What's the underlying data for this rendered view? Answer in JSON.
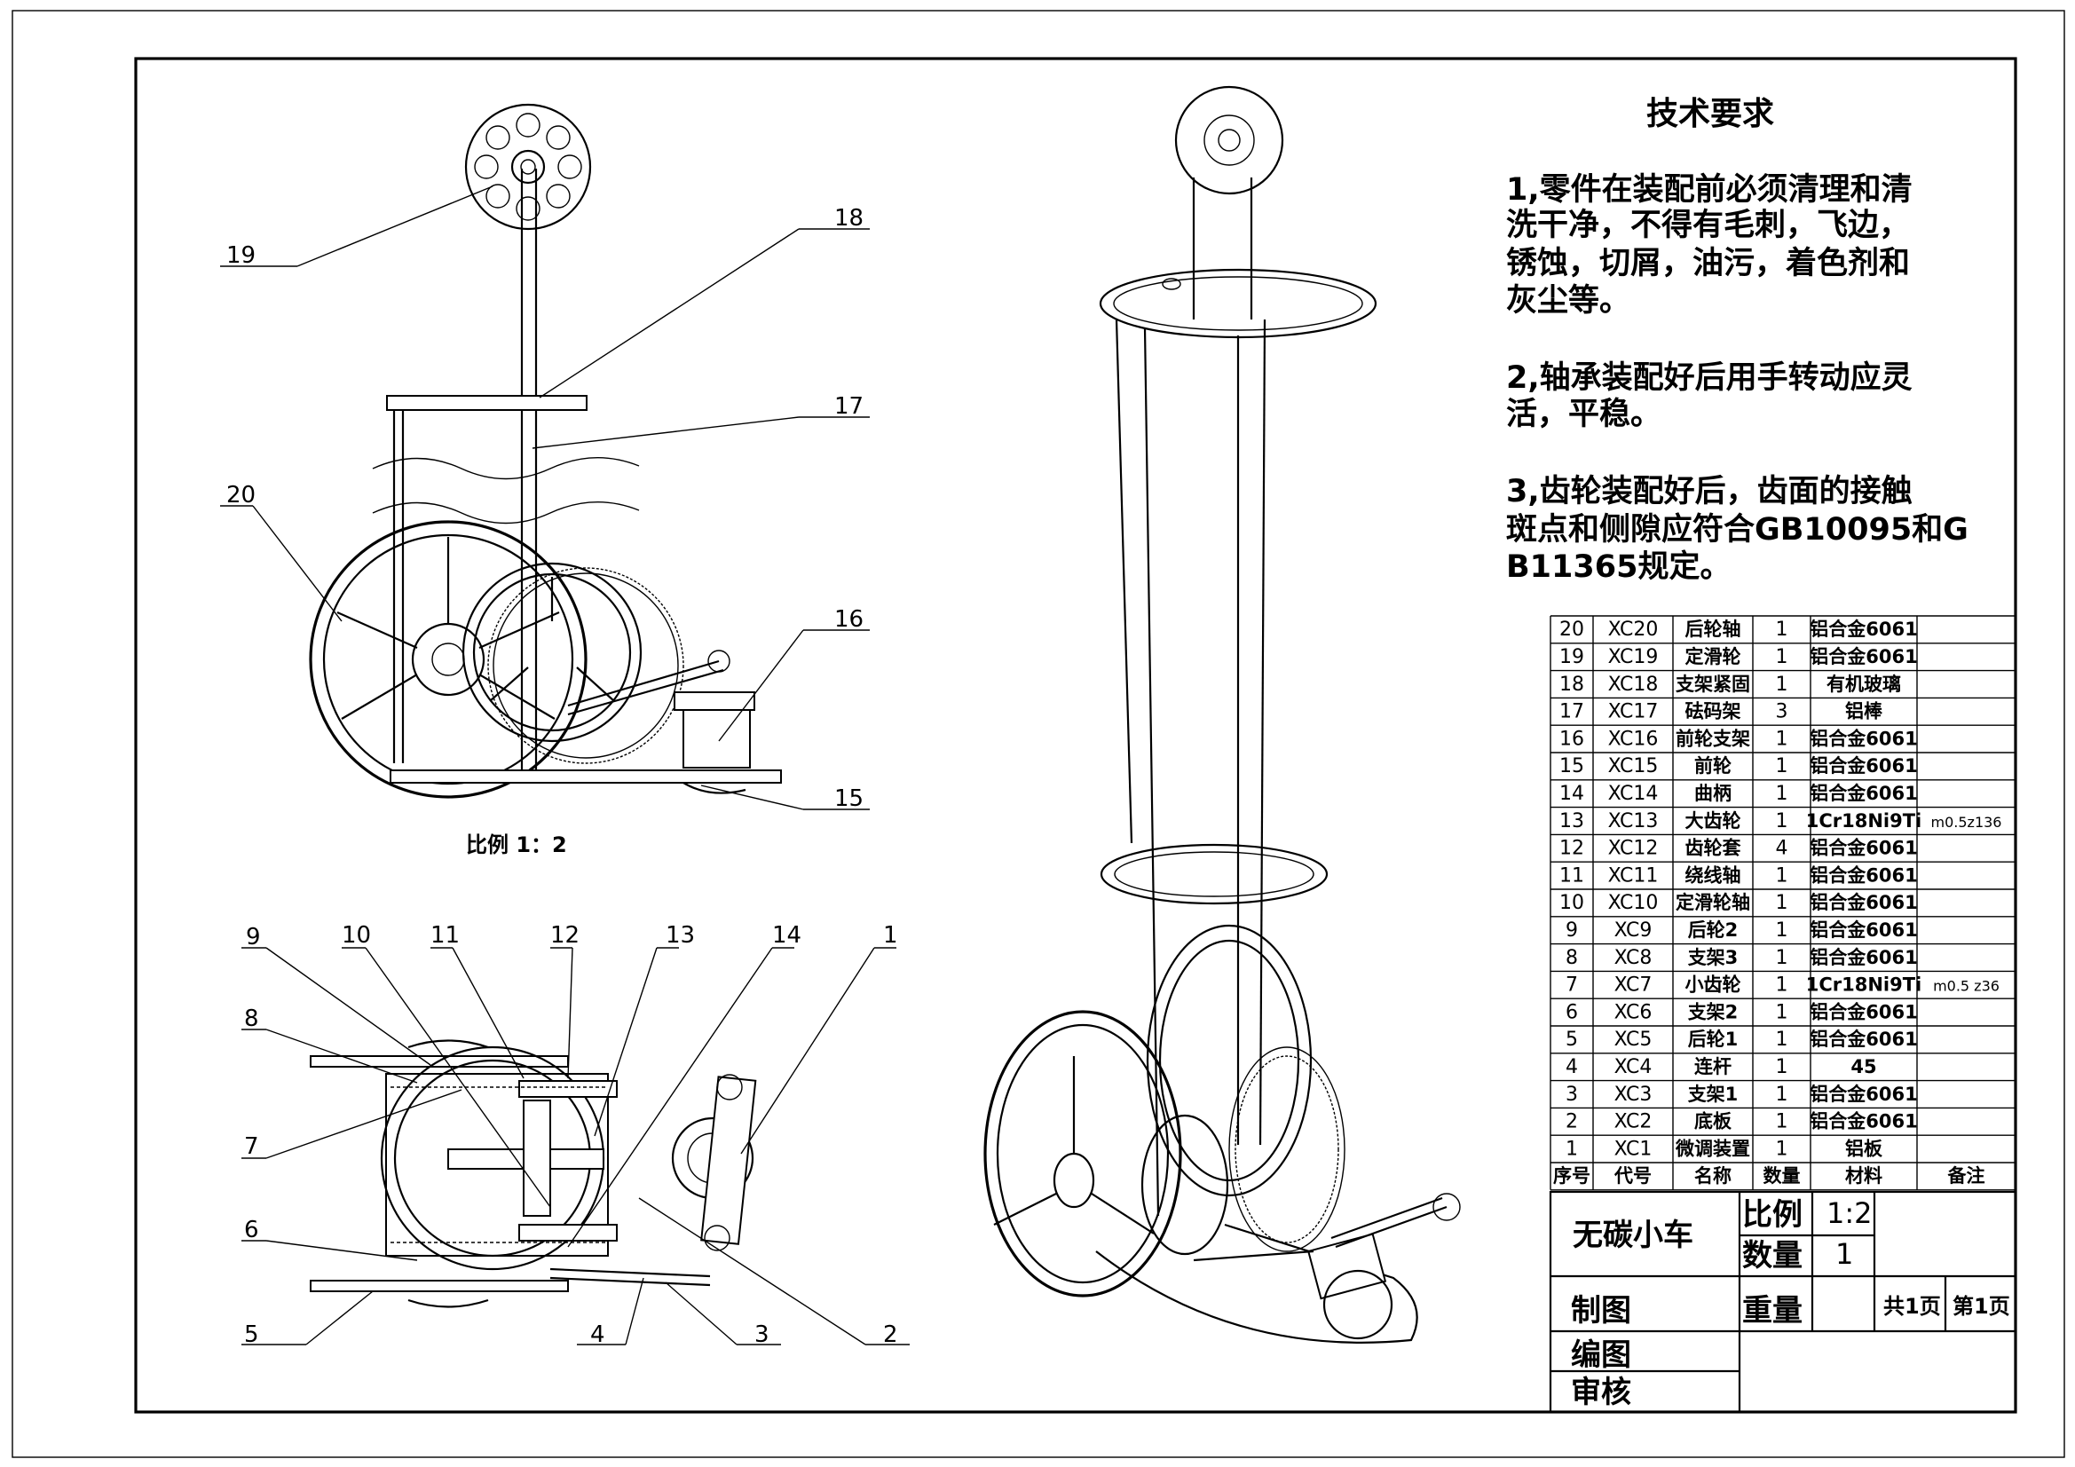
{
  "tech": {
    "title": "技术要求",
    "lines": [
      "1,零件在装配前必须清理和清",
      "洗干净，不得有毛刺，飞边，",
      "锈蚀，切屑，油污，着色剂和",
      "灰尘等。",
      "2,轴承装配好后用手转动应灵",
      "活，平稳。",
      "3,齿轮装配好后，齿面的接触",
      "斑点和侧隙应符合GB10095和G",
      "B11365规定。"
    ]
  },
  "scale_note": "比例 1：2",
  "callouts_top": [
    "19",
    "18",
    "17",
    "20",
    "16",
    "15"
  ],
  "callouts_bottom": [
    "9",
    "10",
    "11",
    "12",
    "13",
    "14",
    "1",
    "8",
    "7",
    "6",
    "5",
    "4",
    "3",
    "2"
  ],
  "bom": {
    "headers": [
      "序号",
      "代号",
      "名称",
      "数量",
      "材料",
      "备注"
    ],
    "rows": [
      [
        "20",
        "XC20",
        "后轮轴",
        "1",
        "铝合金6061",
        ""
      ],
      [
        "19",
        "XC19",
        "定滑轮",
        "1",
        "铝合金6061",
        ""
      ],
      [
        "18",
        "XC18",
        "支架紧固",
        "1",
        "有机玻璃",
        ""
      ],
      [
        "17",
        "XC17",
        "砝码架",
        "3",
        "铝棒",
        ""
      ],
      [
        "16",
        "XC16",
        "前轮支架",
        "1",
        "铝合金6061",
        ""
      ],
      [
        "15",
        "XC15",
        "前轮",
        "1",
        "铝合金6061",
        ""
      ],
      [
        "14",
        "XC14",
        "曲柄",
        "1",
        "铝合金6061",
        ""
      ],
      [
        "13",
        "XC13",
        "大齿轮",
        "1",
        "1Cr18Ni9Ti",
        "m0.5z136"
      ],
      [
        "12",
        "XC12",
        "齿轮套",
        "4",
        "铝合金6061",
        ""
      ],
      [
        "11",
        "XC11",
        "绕线轴",
        "1",
        "铝合金6061",
        ""
      ],
      [
        "10",
        "XC10",
        "定滑轮轴",
        "1",
        "铝合金6061",
        ""
      ],
      [
        "9",
        "XC9",
        "后轮2",
        "1",
        "铝合金6061",
        ""
      ],
      [
        "8",
        "XC8",
        "支架3",
        "1",
        "铝合金6061",
        ""
      ],
      [
        "7",
        "XC7",
        "小齿轮",
        "1",
        "1Cr18Ni9Ti",
        "m0.5 z36"
      ],
      [
        "6",
        "XC6",
        "支架2",
        "1",
        "铝合金6061",
        ""
      ],
      [
        "5",
        "XC5",
        "后轮1",
        "1",
        "铝合金6061",
        ""
      ],
      [
        "4",
        "XC4",
        "连杆",
        "1",
        "45",
        ""
      ],
      [
        "3",
        "XC3",
        "支架1",
        "1",
        "铝合金6061",
        ""
      ],
      [
        "2",
        "XC2",
        "底板",
        "1",
        "铝合金6061",
        ""
      ],
      [
        "1",
        "XC1",
        "微调装置",
        "1",
        "铝板",
        ""
      ]
    ]
  },
  "title_block": {
    "name": "无碳小车",
    "scale_label": "比例",
    "scale_value": "1:2",
    "qty_label": "数量",
    "qty_value": "1",
    "drawn": "制图",
    "weight": "重量",
    "total_pages": "共1页",
    "page": "第1页",
    "compiled": "编图",
    "checked": "审核"
  }
}
